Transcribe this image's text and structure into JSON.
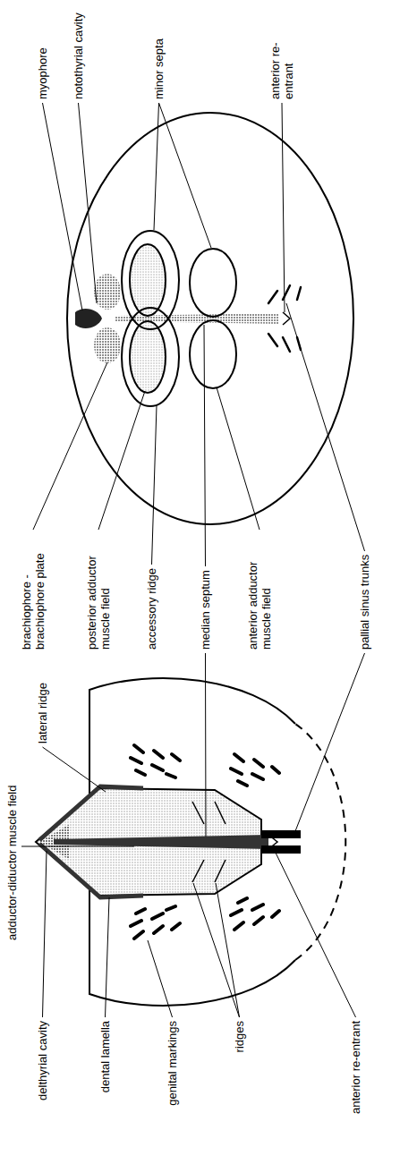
{
  "diagram": {
    "labels": [
      "delthyrial cavity",
      "adductor-diductor muscle field",
      "lateral ridge",
      "dental lamella",
      "genital markings",
      "ridges",
      "anterior re-entrant",
      "median septum",
      "pallial sinus trunks",
      "brachiophore - brachiophore plate",
      "myophore",
      "notothyrial cavity",
      "minor septa",
      "posterior adductor muscle field",
      "accessory ridge",
      "anterior adductor muscle field",
      "anterior re-entrant"
    ]
  }
}
